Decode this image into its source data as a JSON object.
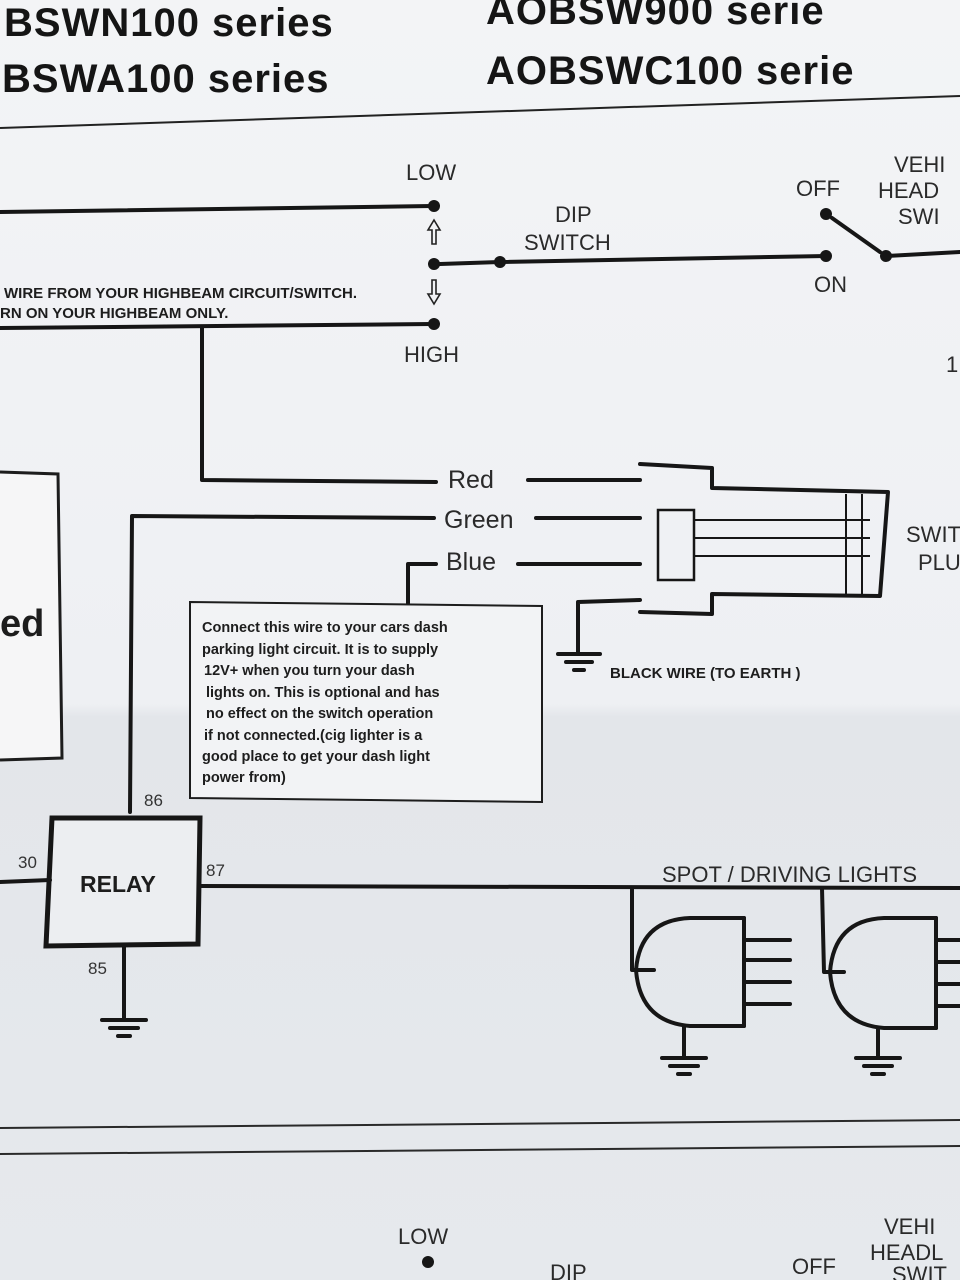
{
  "header": {
    "left_line1": "BSWN100 series",
    "left_line2": "BSWA100 series",
    "right_line1": "AOBSW900 serie",
    "right_line2": "AOBSWC100 serie"
  },
  "switch": {
    "low_label": "LOW",
    "high_label": "HIGH",
    "dip_label_1": "DIP",
    "dip_label_2": "SWITCH",
    "off_label": "OFF",
    "on_label": "ON",
    "vehicle_label_1": "VEHI",
    "vehicle_label_2": "HEAD",
    "vehicle_label_3": "SWI",
    "partial_right": "1"
  },
  "highbeam_note": {
    "line1": "WIRE FROM YOUR HIGHBEAM CIRCUIT/SWITCH.",
    "line2": "RN ON YOUR HIGHBEAM ONLY."
  },
  "wires": {
    "red": "Red",
    "green": "Green",
    "blue": "Blue"
  },
  "plug": {
    "label_1": "SWIT",
    "label_2": "PLU",
    "earth_label": "BLACK WIRE  (TO EARTH )"
  },
  "left_box_text": "ed",
  "dash_note": {
    "lines": [
      "Connect this wire to your cars dash",
      "parking light circuit. It is to supply",
      "12V+ when you turn your dash",
      "lights on. This is optional and has",
      "no effect on the switch operation",
      "if not connected.(cig lighter is a",
      "good place to get your dash light",
      "power from)"
    ]
  },
  "relay": {
    "label": "RELAY",
    "pin_86": "86",
    "pin_30": "30",
    "pin_87": "87",
    "pin_85": "85"
  },
  "lights": {
    "label": "SPOT / DRIVING LIGHTS"
  },
  "lower_section": {
    "low_label": "LOW",
    "dip_partial": "DIP",
    "off_label": "OFF",
    "vehicle_label_1": "VEHI",
    "vehicle_label_2": "HEADL",
    "vehicle_label_3": "SWIT"
  }
}
